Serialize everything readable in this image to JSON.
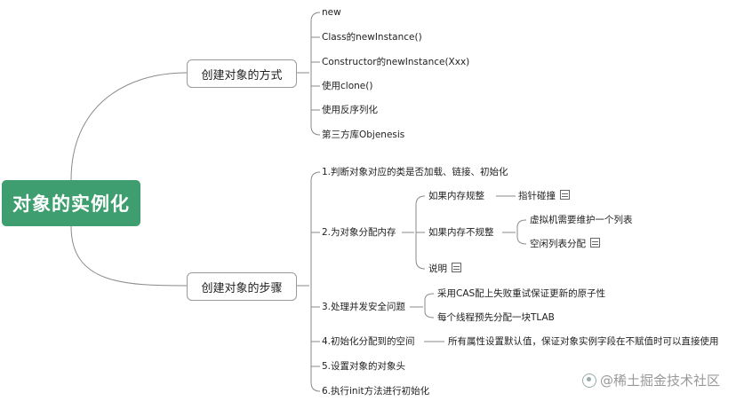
{
  "root": {
    "label": "对象的实例化"
  },
  "branch_ways": {
    "label": "创建对象的方式",
    "items": [
      "new",
      "Class的newInstance()",
      "Constructor的newInstance(Xxx)",
      "使用clone()",
      "使用反序列化",
      "第三方库Objenesis"
    ]
  },
  "branch_steps": {
    "label": "创建对象的步骤",
    "step1": "1.判断对象对应的类是否加载、链接、初始化",
    "step2": {
      "label": "2.为对象分配内存",
      "regular": "如果内存规整",
      "regular_child": "指针碰撞",
      "irregular": "如果内存不规整",
      "irregular_child1": "虚拟机需要维护一个列表",
      "irregular_child2": "空闲列表分配",
      "explain": "说明"
    },
    "step3": {
      "label": "3.处理并发安全问题",
      "child1": "采用CAS配上失败重试保证更新的原子性",
      "child2": "每个线程预先分配一块TLAB"
    },
    "step4": {
      "label": "4.初始化分配到的空间",
      "child": "所有属性设置默认值，保证对象实例字段在不赋值时可以直接使用"
    },
    "step5": "5.设置对象的对象头",
    "step6": "6.执行init方法进行初始化"
  },
  "watermark": "@稀土掘金技术社区",
  "colors": {
    "root_bg": "#3f9e6f",
    "line": "#8a8a8a"
  }
}
